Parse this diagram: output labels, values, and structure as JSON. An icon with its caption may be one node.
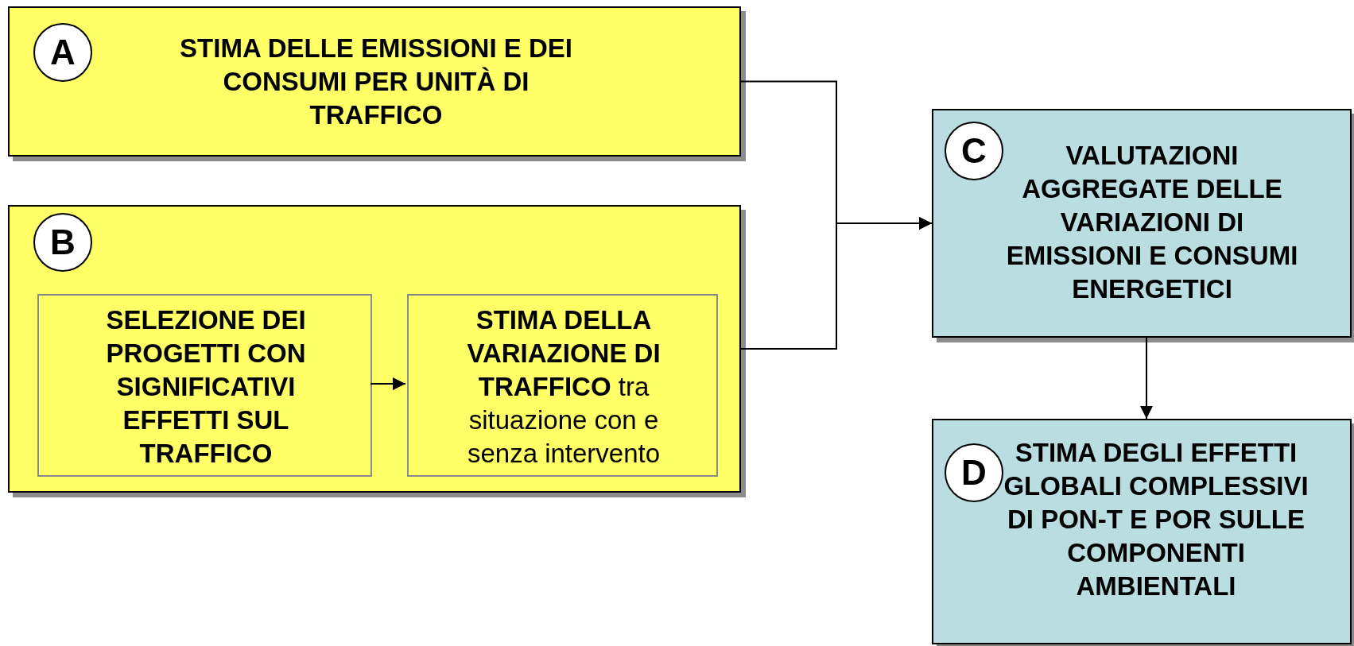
{
  "diagram": {
    "nodes": [
      {
        "text": [
          "STIMA DELLE EMISSIONI E DEI CONSUMI PER UNITÀ DI TRAFFICO"
        ]
      },
      {
        "text": [
          "A"
        ],
        "in": 0
      },
      {
        "text": [],
        "shape": "box"
      },
      {
        "text": [
          "B"
        ],
        "in": 2
      },
      {
        "text": [
          "SELEZIONE DEI PROGETTI CON SIGNIFICATIVI EFFETTI SUL TRAFFICO"
        ],
        "in": 2
      },
      {
        "text": [
          "**STIMA DELLA VARIAZIONE DI TRAFFICO** tra situazione con e senza intervento"
        ],
        "in": 2
      },
      {
        "text": [
          "VALUTAZIONI AGGREGATE DELLE VARIAZIONI DI EMISSIONI E CONSUMI ENERGETICI"
        ]
      },
      {
        "text": [
          "C"
        ],
        "in": 6
      },
      {
        "text": [
          "STIMA DEGLI EFFETTI GLOBALI COMPLESSIVI DI PON-T E POR SULLE COMPONENTI AMBIENTALI"
        ]
      },
      {
        "text": [
          "D"
        ],
        "in": 8
      }
    ],
    "edges": [
      {
        "from": 0,
        "to": 6,
        "arrow": "to"
      },
      {
        "from": 2,
        "to": 6,
        "arrow": "to"
      },
      {
        "from": 4,
        "to": 5,
        "arrow": "to"
      },
      {
        "from": 6,
        "to": 8,
        "arrow": "to"
      }
    ]
  }
}
